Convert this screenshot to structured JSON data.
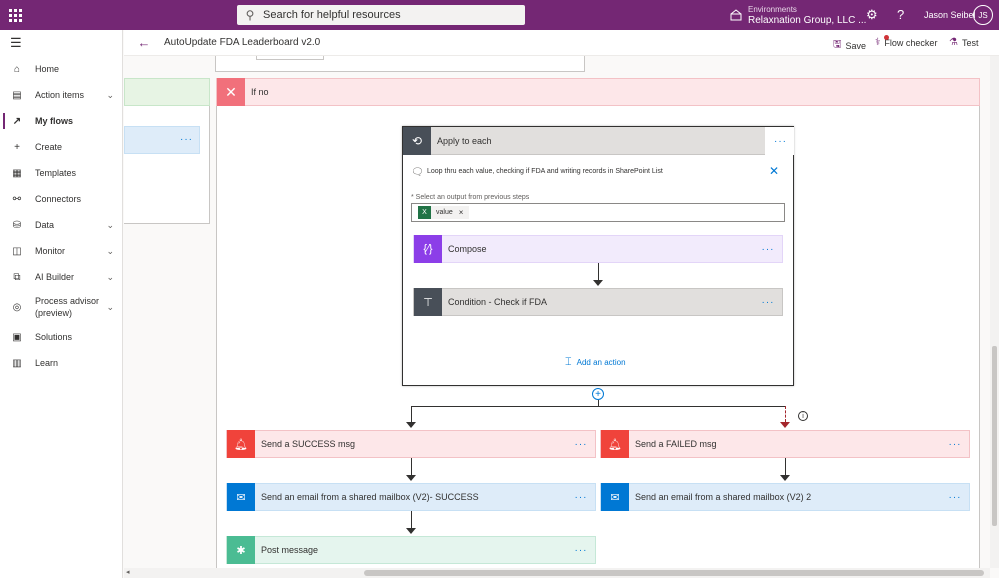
{
  "topbar": {
    "search_placeholder": "Search for helpful resources",
    "env_label": "Environments",
    "env_name": "Relaxnation Group, LLC ...",
    "user_name": "Jason Seibel",
    "user_initials": "JS"
  },
  "sidebar": {
    "items": [
      {
        "label": "Home",
        "icon": "home-icon"
      },
      {
        "label": "Action items",
        "icon": "clipboard-icon",
        "expandable": true
      },
      {
        "label": "My flows",
        "icon": "flow-icon",
        "active": true
      },
      {
        "label": "Create",
        "icon": "plus-icon"
      },
      {
        "label": "Templates",
        "icon": "templates-icon"
      },
      {
        "label": "Connectors",
        "icon": "connector-icon"
      },
      {
        "label": "Data",
        "icon": "database-icon",
        "expandable": true
      },
      {
        "label": "Monitor",
        "icon": "monitor-icon",
        "expandable": true
      },
      {
        "label": "AI Builder",
        "icon": "ai-builder-icon",
        "expandable": true
      },
      {
        "label": "Process advisor (preview)",
        "icon": "process-advisor-icon",
        "expandable": true
      },
      {
        "label": "Solutions",
        "icon": "solutions-icon"
      },
      {
        "label": "Learn",
        "icon": "book-icon"
      }
    ]
  },
  "cmdbar": {
    "title": "AutoUpdate FDA Leaderboard v2.0",
    "save": "Save",
    "flow_checker": "Flow checker",
    "test": "Test"
  },
  "flow": {
    "if_no": "If no",
    "apply_to_each": "Apply to each",
    "comment": "Loop thru each value, checking if FDA and writing records in SharePoint List",
    "select_output_label": "* Select an output from previous steps",
    "token_value": "value",
    "compose": "Compose",
    "condition": "Condition - Check if FDA",
    "add_action": "Add an action",
    "success_msg": "Send a SUCCESS msg",
    "failed_msg": "Send a FAILED msg",
    "email_success": "Send an email from a shared mailbox (V2)- SUCCESS",
    "email_2": "Send an email from a shared mailbox (V2) 2",
    "post_message": "Post message"
  },
  "colors": {
    "brand": "#742774",
    "if_no_bg": "#fde7e9",
    "if_no_icon": "#f1707b",
    "compose": "#8c3ee8",
    "condition": "#484f58",
    "alert": "#f0433b",
    "outlook": "#0078d4",
    "slack": "#4bbc93"
  }
}
